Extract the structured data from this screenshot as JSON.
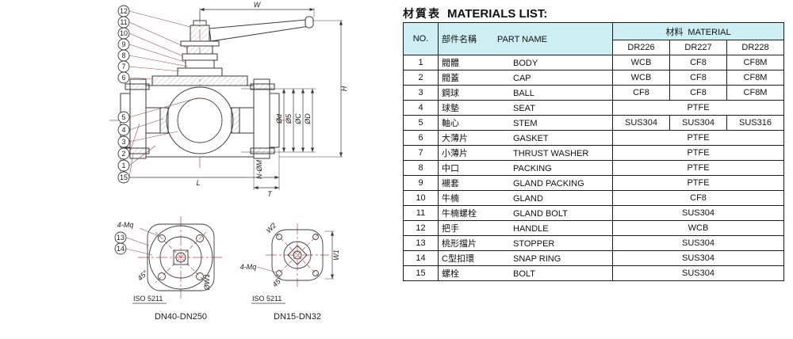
{
  "title": {
    "cn": "材質表",
    "en": "MATERIALS LIST:"
  },
  "table": {
    "headers": {
      "no": "NO.",
      "part_cn": "部件名稱",
      "part_en": "PART NAME",
      "material_cn": "材料",
      "material_en": "MATERIAL",
      "grades": [
        "DR226",
        "DR227",
        "DR228"
      ]
    },
    "rows": [
      {
        "no": "1",
        "cn": "閥體",
        "en": "BODY",
        "materials": [
          "WCB",
          "CF8",
          "CF8M"
        ]
      },
      {
        "no": "2",
        "cn": "閥蓋",
        "en": "CAP",
        "materials": [
          "WCB",
          "CF8",
          "CF8M"
        ]
      },
      {
        "no": "3",
        "cn": "鋼球",
        "en": "BALL",
        "materials": [
          "CF8",
          "CF8",
          "CF8M"
        ]
      },
      {
        "no": "4",
        "cn": "球墊",
        "en": "SEAT",
        "materials": [
          "PTFE"
        ]
      },
      {
        "no": "5",
        "cn": "軸心",
        "en": "STEM",
        "materials": [
          "SUS304",
          "SUS304",
          "SUS316"
        ]
      },
      {
        "no": "6",
        "cn": "大薄片",
        "en": "GASKET",
        "materials": [
          "PTFE"
        ]
      },
      {
        "no": "7",
        "cn": "小薄片",
        "en": "THRUST WASHER",
        "materials": [
          "PTFE"
        ]
      },
      {
        "no": "8",
        "cn": "中口",
        "en": "PACKING",
        "materials": [
          "PTFE"
        ]
      },
      {
        "no": "9",
        "cn": "襯套",
        "en": "GLAND PACKING",
        "materials": [
          "PTFE"
        ]
      },
      {
        "no": "10",
        "cn": "牛楠",
        "en": "GLAND",
        "materials": [
          "CF8"
        ]
      },
      {
        "no": "11",
        "cn": "牛楠螺栓",
        "en": "GLAND BOLT",
        "materials": [
          "SUS304"
        ]
      },
      {
        "no": "12",
        "cn": "把手",
        "en": "HANDLE",
        "materials": [
          "WCB"
        ]
      },
      {
        "no": "13",
        "cn": "桃形擋片",
        "en": "STOPPER",
        "materials": [
          "SUS304"
        ]
      },
      {
        "no": "14",
        "cn": "C型扣環",
        "en": "SNAP RING",
        "materials": [
          "SUS304"
        ]
      },
      {
        "no": "15",
        "cn": "螺栓",
        "en": "BOLT",
        "materials": [
          "SUS304"
        ]
      }
    ]
  },
  "drawing": {
    "callouts": [
      "1",
      "2",
      "3",
      "4",
      "5",
      "6",
      "7",
      "8",
      "9",
      "10",
      "11",
      "12",
      "13",
      "14",
      "15"
    ],
    "dims": {
      "w": "W",
      "h": "H",
      "bore": "Ød",
      "s": "Ø5",
      "c": "ØC",
      "d": "ØD",
      "l": "L",
      "t": "T",
      "bolts": "N-ØM",
      "mq": "4-Mq",
      "angle": "45°",
      "w1": "W1",
      "w2": "W2",
      "dw1": "ØW1",
      "iso": "ISO 5211",
      "dn_large": "DN40-DN250",
      "dn_small": "DN15-DN32"
    }
  },
  "colors": {
    "header_fill": "#cdeef2",
    "line": "#3a3a3a",
    "centerline": "#cc4040",
    "table_border": "#1c1c1c"
  }
}
